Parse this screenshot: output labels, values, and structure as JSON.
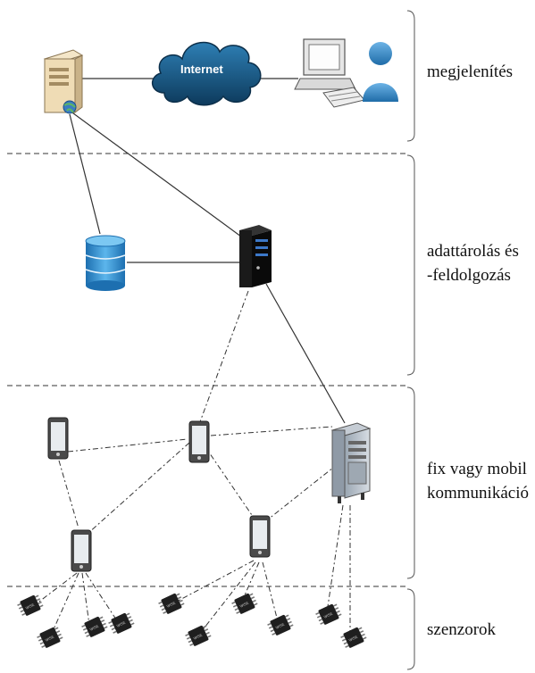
{
  "cloud": {
    "label": "Internet"
  },
  "layers": [
    {
      "label_lines": [
        "megjelenítés"
      ]
    },
    {
      "label_lines": [
        "adattárolás és",
        "-feldolgozás"
      ]
    },
    {
      "label_lines": [
        "fix vagy mobil",
        "kommunikáció"
      ]
    },
    {
      "label_lines": [
        "szenzorok"
      ]
    }
  ],
  "chip_text": "WISE",
  "colors": {
    "cloud": "#1f5f8a",
    "database": "#3a9ad9",
    "server": "#111111",
    "user": "#3d8fcf",
    "line": "#333333"
  }
}
